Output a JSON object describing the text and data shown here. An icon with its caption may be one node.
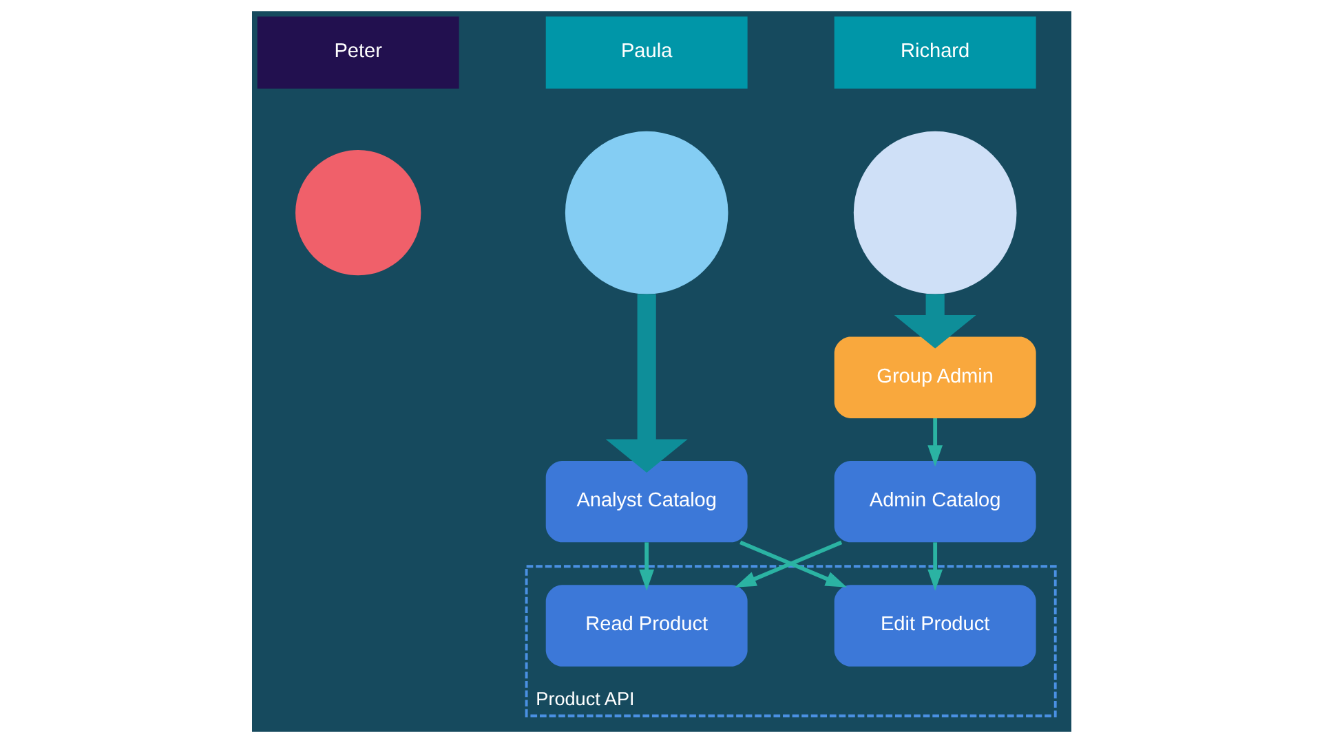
{
  "diagram": {
    "nodes": [
      {
        "text": [
          "Peter"
        ]
      },
      {
        "text": [
          "Paula"
        ]
      },
      {
        "text": [
          "Richard"
        ]
      },
      {
        "text": [],
        "shape": "person"
      },
      {
        "text": [],
        "shape": "person"
      },
      {
        "text": [],
        "shape": "person"
      },
      {
        "text": [
          "Group Admin"
        ]
      },
      {
        "text": [
          "Analyst Catalog"
        ]
      },
      {
        "text": [
          "Admin Catalog"
        ]
      },
      {
        "text": [
          "Product API"
        ]
      },
      {
        "text": [
          "Read Product"
        ],
        "in": 9
      },
      {
        "text": [
          "Edit Product"
        ],
        "in": 9
      }
    ],
    "edges": [
      {
        "from": 4,
        "to": 7,
        "arrow": "to",
        "style": "thick",
        "color": "#0e8e99"
      },
      {
        "from": 5,
        "to": 6,
        "arrow": "to",
        "style": "thick",
        "color": "#0e8e99"
      },
      {
        "from": 6,
        "to": 8,
        "arrow": "to"
      },
      {
        "from": 7,
        "to": 10,
        "arrow": "to"
      },
      {
        "from": 7,
        "to": 11,
        "arrow": "to"
      },
      {
        "from": 8,
        "to": 10,
        "arrow": "to"
      },
      {
        "from": 8,
        "to": 11,
        "arrow": "to"
      }
    ]
  }
}
